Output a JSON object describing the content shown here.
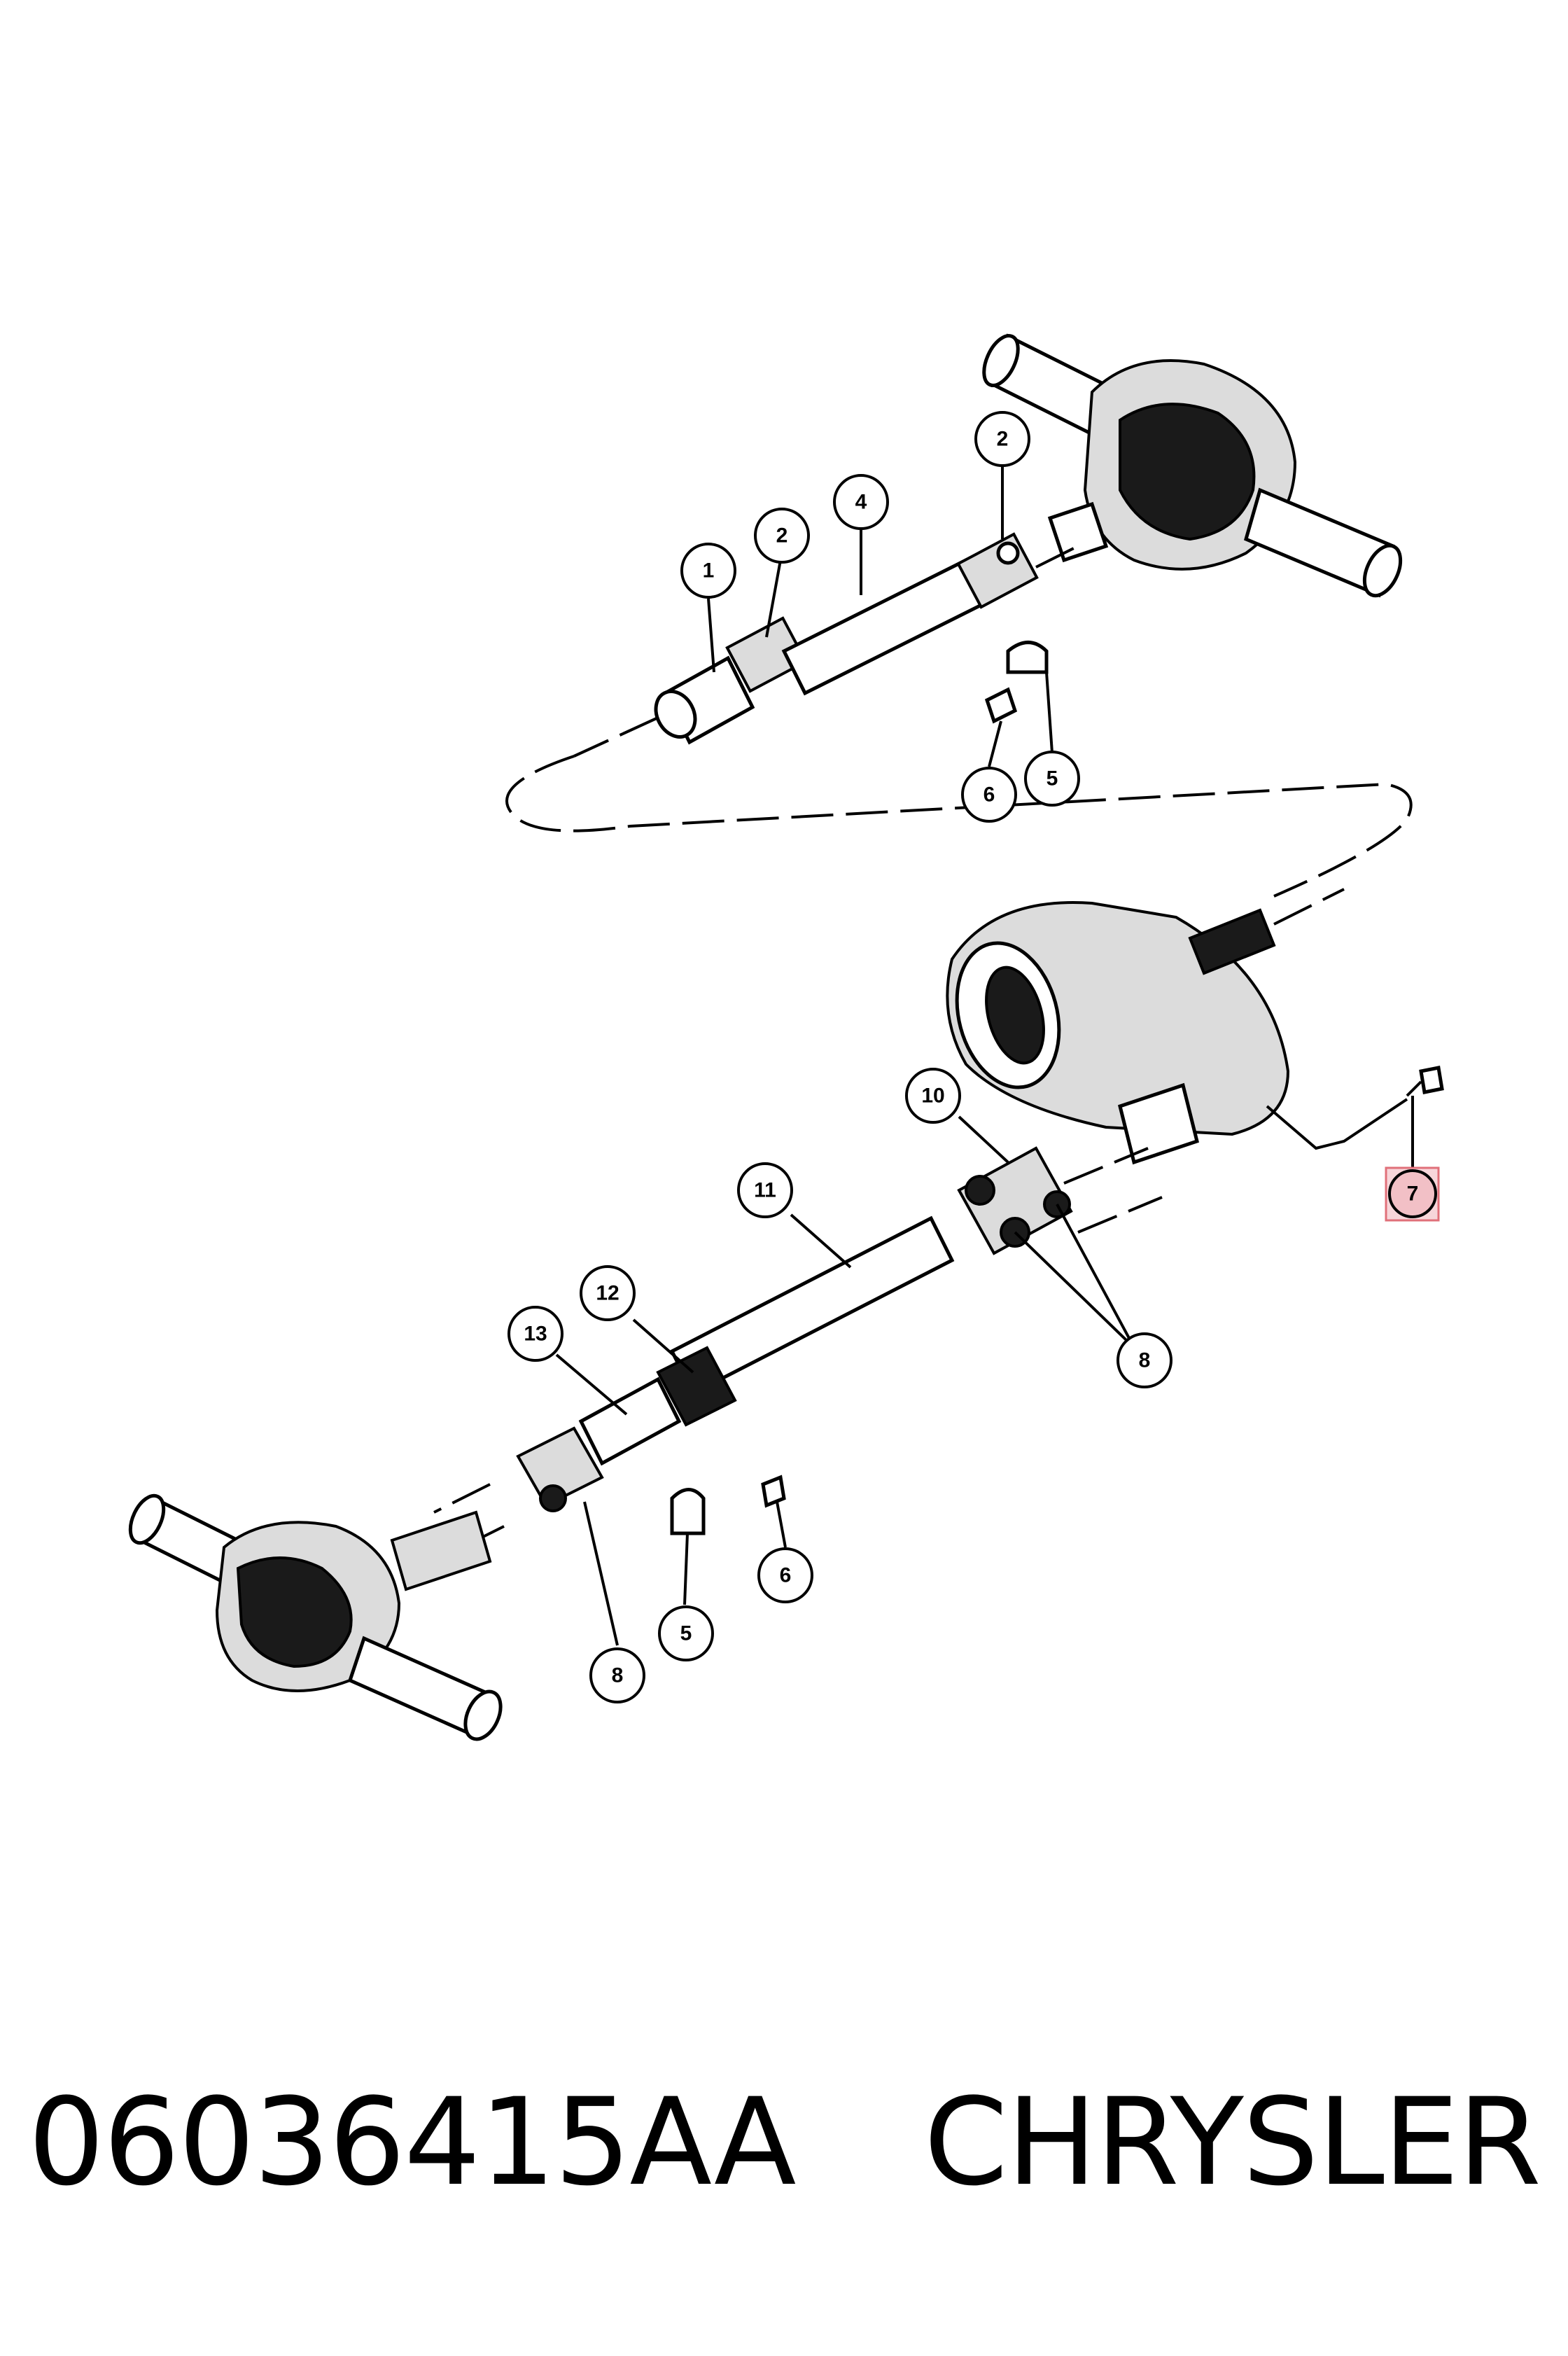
{
  "diagram": {
    "callouts": [
      {
        "id": "c1",
        "label": "1"
      },
      {
        "id": "c2a",
        "label": "2"
      },
      {
        "id": "c2b",
        "label": "2"
      },
      {
        "id": "c4",
        "label": "4"
      },
      {
        "id": "c5a",
        "label": "5"
      },
      {
        "id": "c6a",
        "label": "6"
      },
      {
        "id": "c7",
        "label": "7"
      },
      {
        "id": "c10",
        "label": "10"
      },
      {
        "id": "c11",
        "label": "11"
      },
      {
        "id": "c12",
        "label": "12"
      },
      {
        "id": "c13",
        "label": "13"
      },
      {
        "id": "c8a",
        "label": "8"
      },
      {
        "id": "c8b",
        "label": "8"
      },
      {
        "id": "c6b",
        "label": "6"
      },
      {
        "id": "c5b",
        "label": "5"
      }
    ],
    "highlight_color": "#e0707a",
    "highlighted_callout": "7"
  },
  "footer": {
    "part_number": "06036415AA",
    "brand": "CHRYSLER"
  }
}
